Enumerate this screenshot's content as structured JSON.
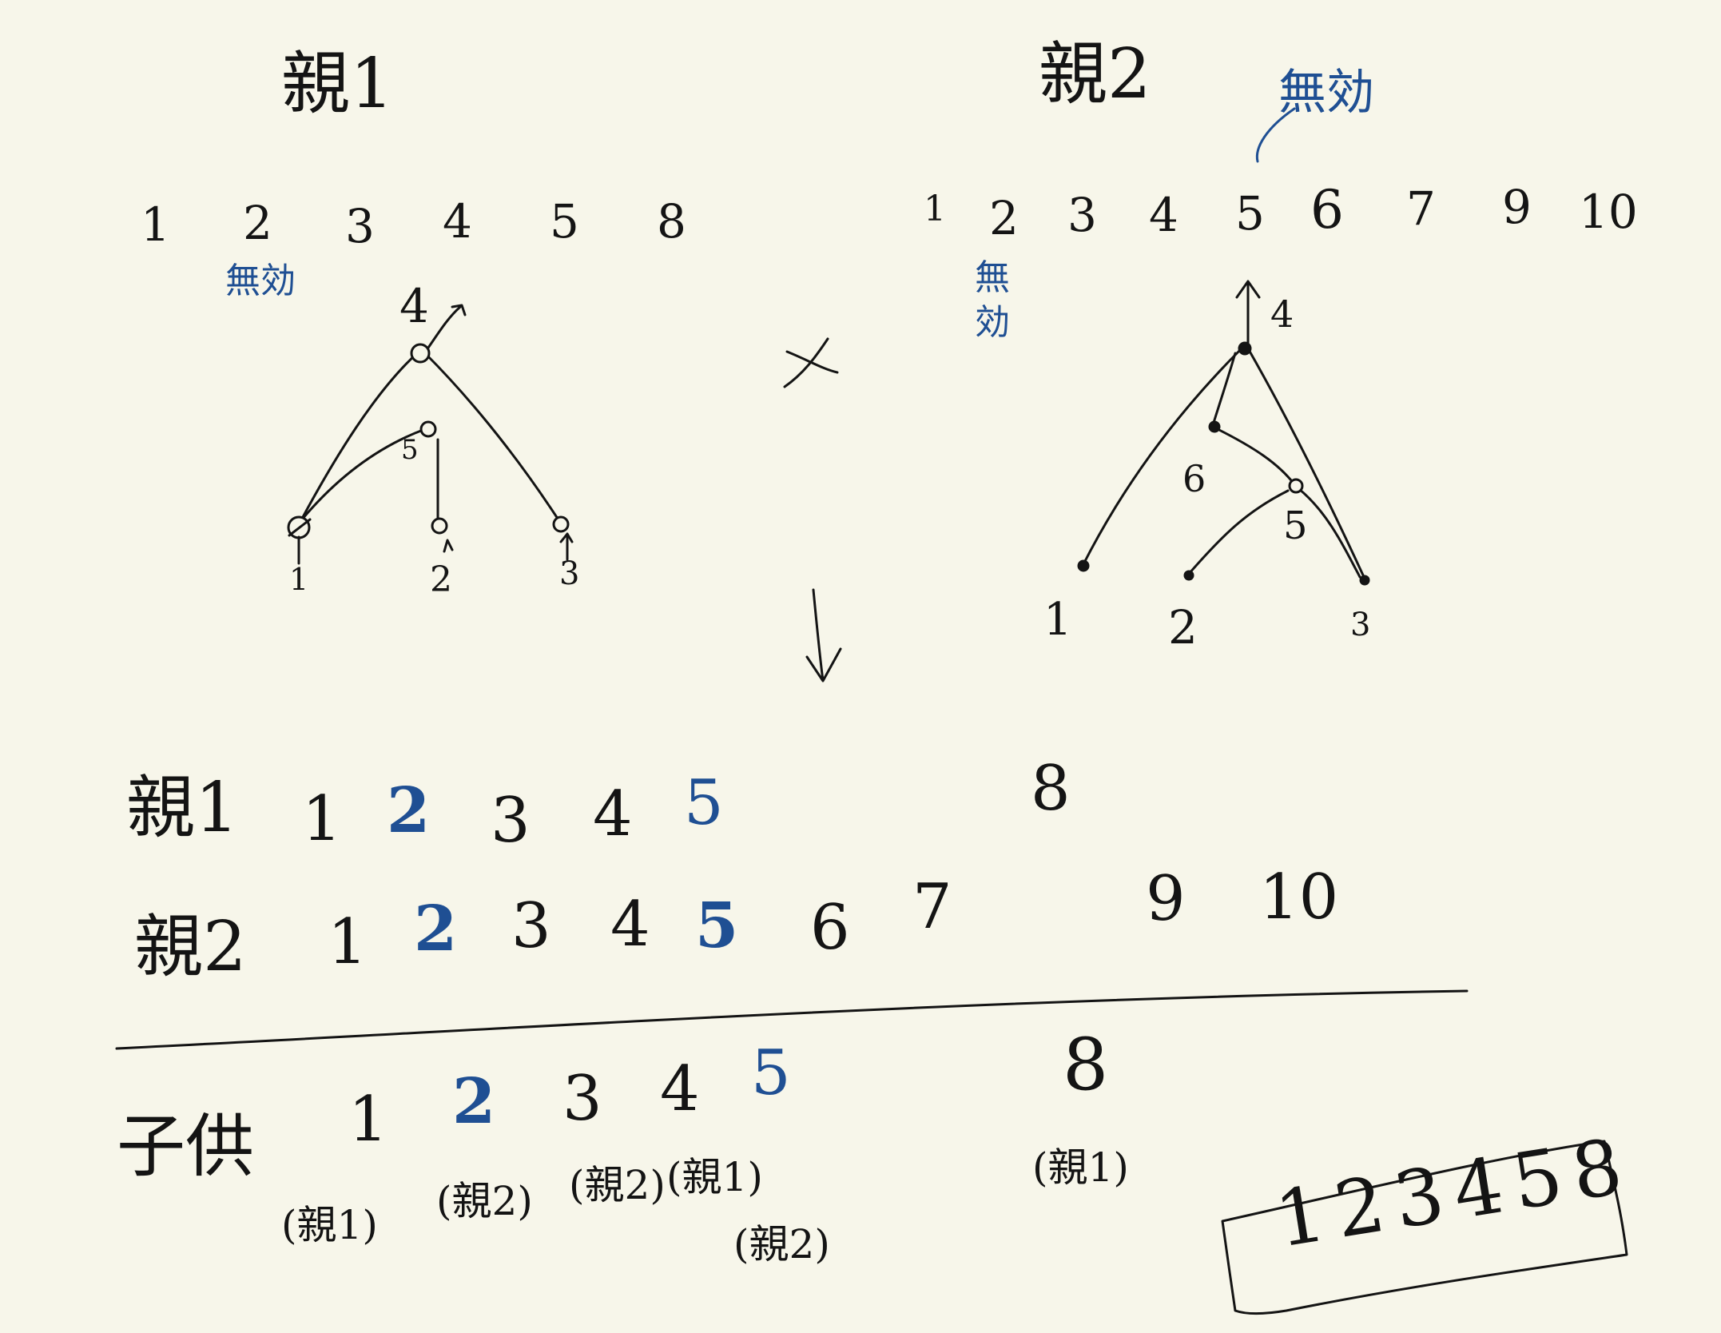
{
  "parent1": {
    "title": "親1",
    "sequence": [
      "1",
      "2",
      "3",
      "4",
      "5",
      "8"
    ],
    "invalid_note": "無効",
    "tree_labels": {
      "root": "4",
      "inner": "5",
      "leaf1": "1",
      "leaf2": "2",
      "leaf3": "3"
    }
  },
  "parent2": {
    "title": "親2",
    "invalid_note_top": "無効",
    "invalid_note_side_a": "無",
    "invalid_note_side_b": "効",
    "sequence": [
      "1",
      "2",
      "3",
      "4",
      "5",
      "6",
      "7",
      "9",
      "10"
    ],
    "tree_labels": {
      "root": "4",
      "inner1": "6",
      "inner2": "5",
      "leaf1": "1",
      "leaf2": "2",
      "leaf3": "3"
    }
  },
  "cross_symbol": "×",
  "alignment": {
    "row1_label": "親1",
    "row1": [
      "1",
      "2",
      "3",
      "4",
      "5",
      "8"
    ],
    "row2_label": "親2",
    "row2": [
      "1",
      "2",
      "3",
      "4",
      "5",
      "6",
      "7",
      "9",
      "10"
    ]
  },
  "child": {
    "label": "子供",
    "values": [
      "1",
      "2",
      "3",
      "4",
      "5",
      "8"
    ],
    "sources": [
      "(親1)",
      "(親2)",
      "(親2)",
      "(親1)",
      "(親2)",
      "(親1)"
    ]
  },
  "result_box": "123458"
}
